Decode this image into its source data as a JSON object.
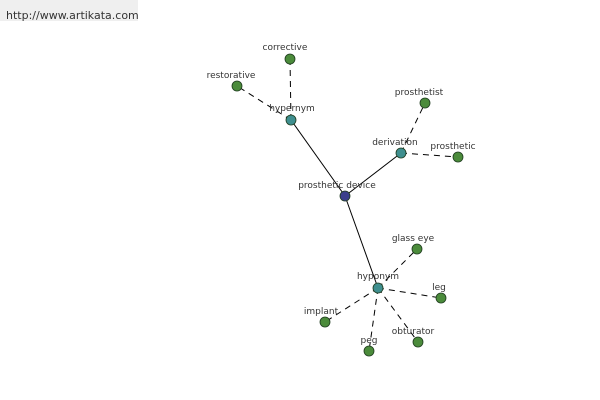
{
  "header": {
    "url": "http://www.artikata.com"
  },
  "colors": {
    "root_node": "#3b3f8c",
    "relation_node": "#3f8f8f",
    "leaf_node": "#4b8b3b",
    "edge": "#000000"
  },
  "nodes": {
    "root": {
      "label": "prosthetic device",
      "type": "root"
    },
    "hypernym": {
      "label": "hypernym",
      "type": "relation"
    },
    "derivation": {
      "label": "derivation",
      "type": "relation"
    },
    "hyponym": {
      "label": "hyponym",
      "type": "relation"
    },
    "corrective": {
      "label": "corrective",
      "type": "leaf"
    },
    "restorative": {
      "label": "restorative",
      "type": "leaf"
    },
    "prosthetist": {
      "label": "prosthetist",
      "type": "leaf"
    },
    "prosthetic": {
      "label": "prosthetic",
      "type": "leaf"
    },
    "glass_eye": {
      "label": "glass eye",
      "type": "leaf"
    },
    "leg": {
      "label": "leg",
      "type": "leaf"
    },
    "implant": {
      "label": "implant",
      "type": "leaf"
    },
    "peg": {
      "label": "peg",
      "type": "leaf"
    },
    "obturator": {
      "label": "obturator",
      "type": "leaf"
    }
  },
  "edges": [
    {
      "from": "root",
      "to": "hypernym",
      "style": "solid"
    },
    {
      "from": "root",
      "to": "derivation",
      "style": "solid"
    },
    {
      "from": "root",
      "to": "hyponym",
      "style": "solid"
    },
    {
      "from": "hypernym",
      "to": "corrective",
      "style": "dashed"
    },
    {
      "from": "hypernym",
      "to": "restorative",
      "style": "dashed"
    },
    {
      "from": "derivation",
      "to": "prosthetist",
      "style": "dashed"
    },
    {
      "from": "derivation",
      "to": "prosthetic",
      "style": "dashed"
    },
    {
      "from": "hyponym",
      "to": "glass_eye",
      "style": "dashed"
    },
    {
      "from": "hyponym",
      "to": "leg",
      "style": "dashed"
    },
    {
      "from": "hyponym",
      "to": "implant",
      "style": "dashed"
    },
    {
      "from": "hyponym",
      "to": "peg",
      "style": "dashed"
    },
    {
      "from": "hyponym",
      "to": "obturator",
      "style": "dashed"
    }
  ]
}
